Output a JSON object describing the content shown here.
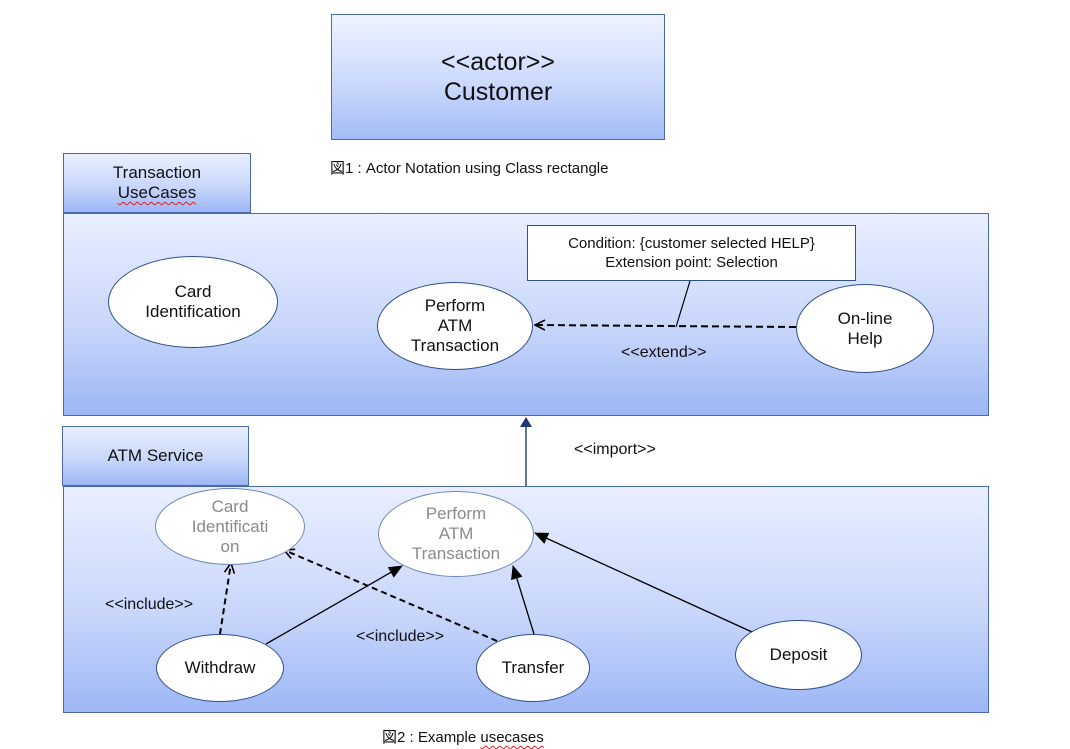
{
  "actor_box": {
    "stereotype": "<<actor>>",
    "name": "Customer"
  },
  "figure1_caption": "図1 : Actor Notation using Class rectangle",
  "transaction_package": {
    "tab_line1": "Transaction",
    "tab_line2": "UseCases",
    "usecases": {
      "card_identification": "Card\nIdentification",
      "perform_atm_transaction": "Perform\nATM\nTransaction",
      "online_help": "On-line\nHelp"
    },
    "note": {
      "line1": "Condition: {customer selected HELP}",
      "line2": "Extension point: Selection"
    },
    "extend_label": "<<extend>>"
  },
  "import_label": "<<import>>",
  "atm_service_package": {
    "tab_label": "ATM Service",
    "usecases": {
      "card_identification": "Card\nIdentificati\non",
      "perform_atm_transaction": "Perform\nATM\nTransaction",
      "withdraw": "Withdraw",
      "transfer": "Transfer",
      "deposit": "Deposit"
    },
    "include_label_left": "<<include>>",
    "include_label_center": "<<include>>"
  },
  "figure2_caption": {
    "prefix": "図2 : Example ",
    "word": "usecases"
  }
}
